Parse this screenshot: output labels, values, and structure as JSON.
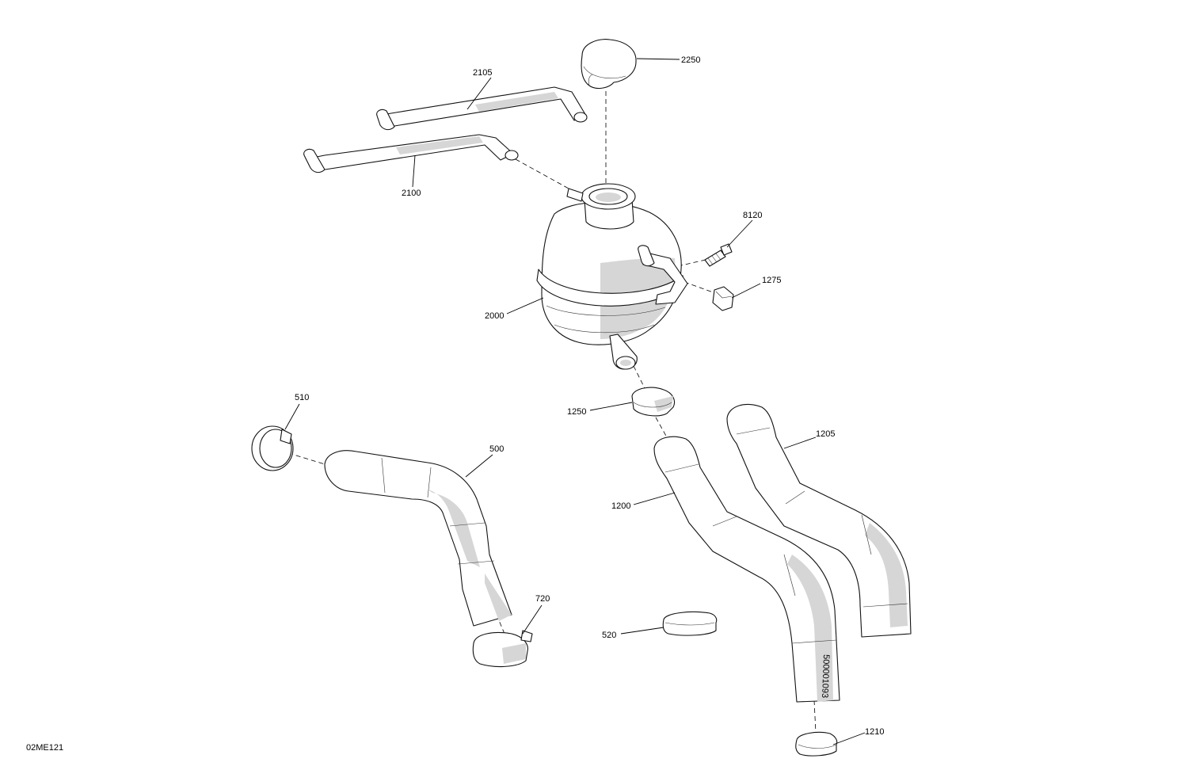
{
  "figure_ref": "02ME121",
  "hose_marking": "500001093",
  "callouts": {
    "p2250": "2250",
    "p2105": "2105",
    "p2100": "2100",
    "p8120": "8120",
    "p1275": "1275",
    "p2000": "2000",
    "p1250": "1250",
    "p510": "510",
    "p500": "500",
    "p1205": "1205",
    "p1200": "1200",
    "p720": "720",
    "p520": "520",
    "p1210": "1210"
  }
}
